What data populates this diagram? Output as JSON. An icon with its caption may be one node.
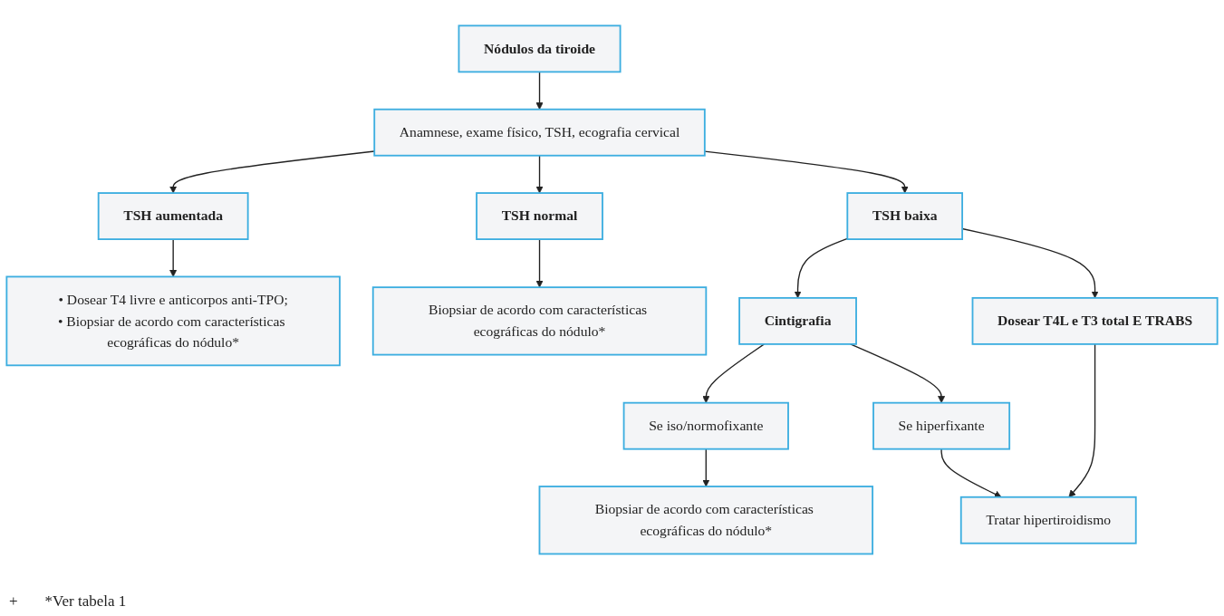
{
  "diagram": {
    "nodes": [
      {
        "text": [
          "Nódulos da tiroide"
        ]
      },
      {
        "text": [
          "Anamnese, exame físico, TSH, ecografia cervical"
        ]
      },
      {
        "text": [
          "TSH aumentada"
        ]
      },
      {
        "text": [
          "TSH normal"
        ]
      },
      {
        "text": [
          "TSH baixa"
        ]
      },
      {
        "text": [
          "• Dosear T4 livre e anticorpos anti-TPO;",
          "• Biopsiar de acordo com características ecográficas do nódulo*"
        ]
      },
      {
        "text": [
          "Biopsiar de acordo com características ecográficas do nódulo*"
        ]
      },
      {
        "text": [
          "Cintigrafia"
        ]
      },
      {
        "text": [
          "Dosear T4L e T3 total E TRABS"
        ]
      },
      {
        "text": [
          "Se iso/normofixante"
        ]
      },
      {
        "text": [
          "Se hiperfixante"
        ]
      },
      {
        "text": [
          "Biopsiar de acordo com características ecográficas do nódulo*"
        ]
      },
      {
        "text": [
          "Tratar hipertiroidismo"
        ]
      }
    ],
    "edges": [
      {
        "from": 0,
        "to": 1,
        "arrow": "to"
      },
      {
        "from": 1,
        "to": 2,
        "arrow": "to"
      },
      {
        "from": 1,
        "to": 3,
        "arrow": "to"
      },
      {
        "from": 1,
        "to": 4,
        "arrow": "to"
      },
      {
        "from": 2,
        "to": 5,
        "arrow": "to"
      },
      {
        "from": 3,
        "to": 6,
        "arrow": "to"
      },
      {
        "from": 4,
        "to": 7,
        "arrow": "to"
      },
      {
        "from": 4,
        "to": 8,
        "arrow": "to"
      },
      {
        "from": 7,
        "to": 9,
        "arrow": "to"
      },
      {
        "from": 7,
        "to": 10,
        "arrow": "to"
      },
      {
        "from": 9,
        "to": 11,
        "arrow": "to"
      },
      {
        "from": 10,
        "to": 12,
        "arrow": "to"
      },
      {
        "from": 8,
        "to": 12,
        "arrow": "to"
      }
    ],
    "labels": [
      "+",
      "*Ver tabela 1"
    ]
  }
}
